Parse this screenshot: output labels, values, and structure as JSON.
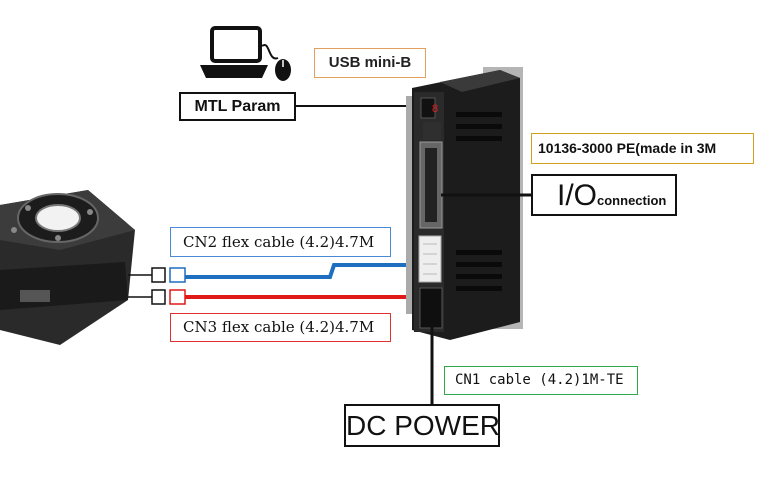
{
  "labels": {
    "mtl_param": "MTL Param",
    "usb": "USB mini-B",
    "io_part": "10136-3000 PE(made in 3M",
    "io_main": "I/O",
    "io_sub": "connection",
    "cn2": "CN2 flex cable (4.2)4.7M",
    "cn3": "CN3 flex cable (4.2)4.7M",
    "cn1": "CN1 cable (4.2)1M-TE",
    "dc_power": "DC POWER"
  },
  "icons": {
    "computer": "laptop-icon",
    "mouse": "mouse-icon",
    "motor": "rotary-motor-icon",
    "driver": "servo-driver-icon"
  },
  "colors": {
    "cn2_cable": "#1e6fc0",
    "cn3_cable": "#e01818",
    "cn1_border": "#2ea84a",
    "usb_border": "#e0a060",
    "io_part_border": "#d4a020",
    "driver_body": "#1a1a1a"
  }
}
